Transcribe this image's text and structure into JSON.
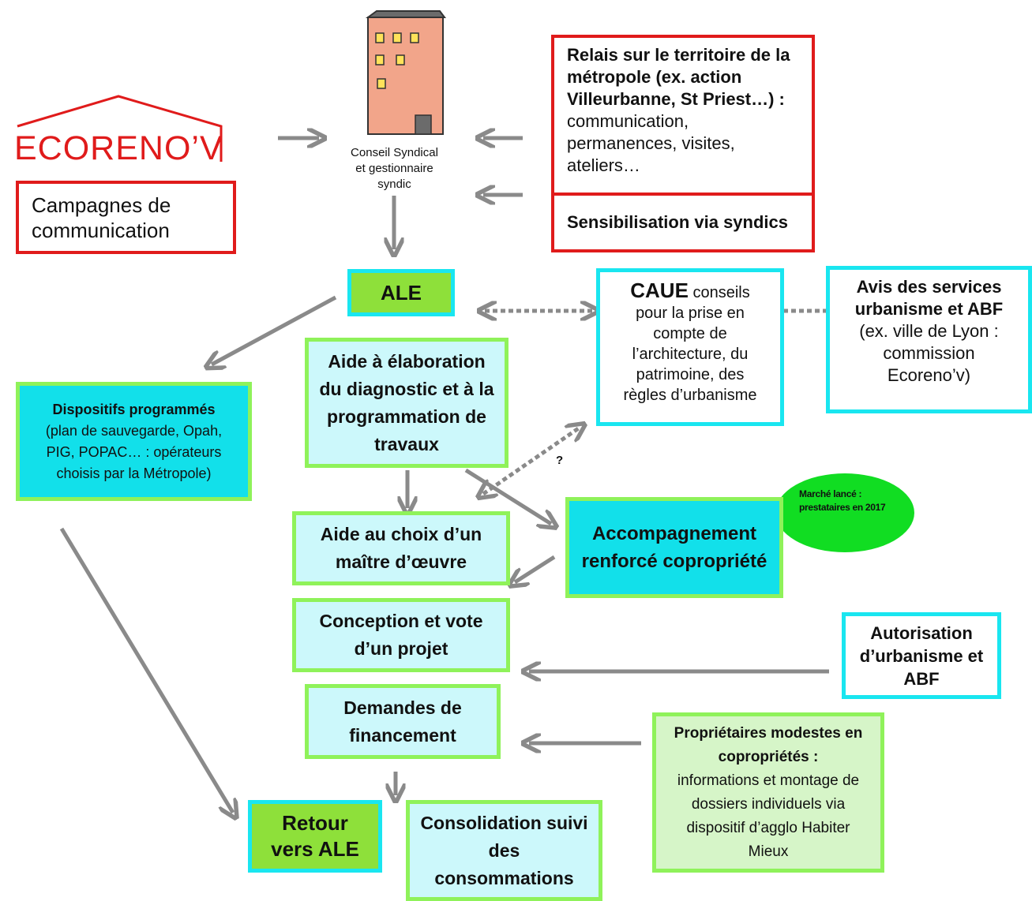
{
  "logo": {
    "text": "ECORENO’V",
    "color": "#e01b1b"
  },
  "campaign": "Campagnes de communication",
  "building_label": [
    "Conseil Syndical",
    "et gestionnaire",
    "syndic"
  ],
  "relais": {
    "bold": "Relais sur le territoire de la métropole (ex. action Villeurbanne, St Priest…) :",
    "normal": "communication, permanences, visites, ateliers…"
  },
  "sensibilisation": "Sensibilisation via syndics",
  "ale": "ALE",
  "caue": {
    "bold": "CAUE",
    "rest": "conseils pour la prise en compte de l’architecture, du patrimoine, des règles d’urbanisme"
  },
  "avis": {
    "bold": "Avis des services urbanisme et ABF",
    "normal": "(ex. ville de Lyon : commission Ecoreno’v)"
  },
  "dispositifs": {
    "bold": "Dispositifs programmés",
    "normal": "(plan de sauvegarde, Opah, PIG, POPAC… : opérateurs choisis par la Métropole)"
  },
  "aide_diag": "Aide à élaboration du diagnostic et à la programmation de travaux",
  "question_mark": "?",
  "aide_choix": "Aide au choix d’un maître d’œuvre",
  "accompagnement": "Accompagnement renforcé copropriété",
  "marche": "Marché lancé : prestataires en 2017",
  "conception": "Conception et vote d’un projet",
  "autorisation": "Autorisation d’urbanisme et ABF",
  "demandes": "Demandes de financement",
  "proprietaires": {
    "bold": "Propriétaires modestes en copropriétés :",
    "normal": "informations et montage de dossiers individuels via dispositif d’agglo Habiter Mieux"
  },
  "retour": "Retour vers ALE",
  "consolidation": "Consolidation suivi des consommations",
  "colors": {
    "red": "#e01b1b",
    "cyan": "#19e6f0",
    "green": "#8ff25a",
    "arrow": "#8a8a8a",
    "marche": "#11dd22"
  }
}
